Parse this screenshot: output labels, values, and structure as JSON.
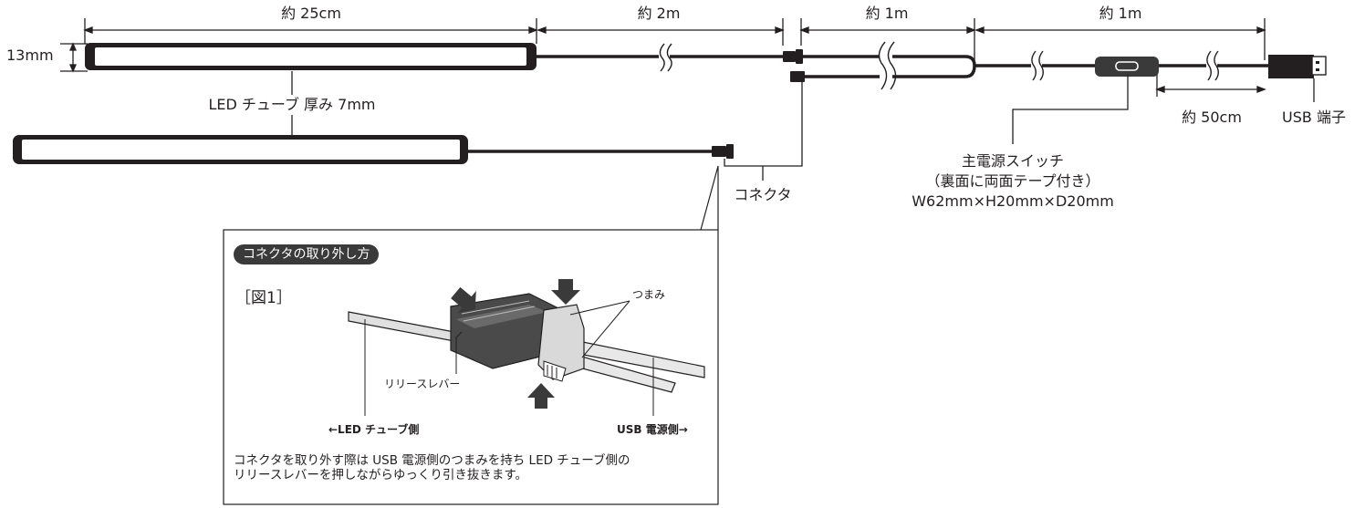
{
  "dimensions": {
    "tube_length": "約 25cm",
    "cable_1": "約 2m",
    "cable_2": "約 1m",
    "cable_3": "約 1m",
    "switch_to_usb": "約 50cm",
    "tube_height": "13mm"
  },
  "labels": {
    "led_tube": "LED チューブ 厚み 7mm",
    "connector": "コネクタ",
    "usb_terminal": "USB 端子",
    "switch_title": "主電源スイッチ",
    "switch_note": "（裏面に両面テープ付き）",
    "switch_size": "W62mm×H20mm×D20mm"
  },
  "inset": {
    "badge": "コネクタの取り外し方",
    "figure": "［図1］",
    "knob": "つまみ",
    "release_lever": "リリースレバー",
    "led_side": "←LED チューブ側",
    "usb_side": "USB 電源側→",
    "note_line1": "コネクタを取り外す際は USB 電源側のつまみを持ち LED チューブ側の",
    "note_line2": "リリースレバーを押しながらゆっくり引き抜きます。"
  }
}
